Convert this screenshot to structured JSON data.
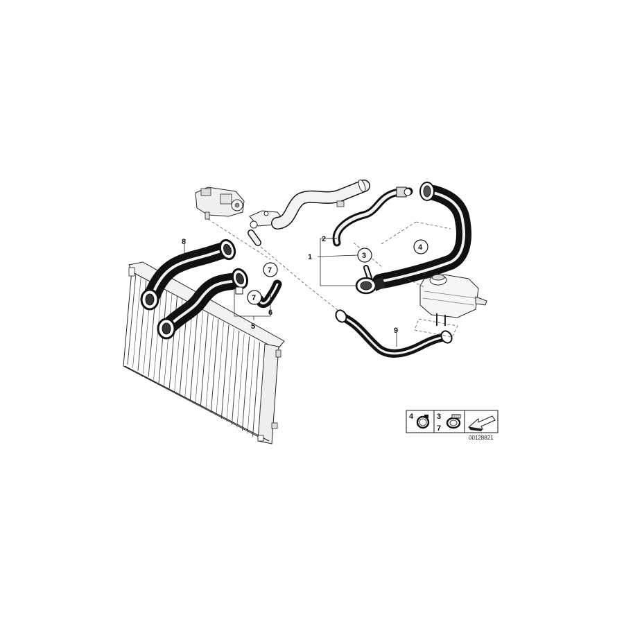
{
  "diagram": {
    "callouts": [
      {
        "id": "c1",
        "label": "1"
      },
      {
        "id": "c2",
        "label": "2"
      },
      {
        "id": "c3",
        "label": "3",
        "circled": true
      },
      {
        "id": "c4",
        "label": "4",
        "circled": true
      },
      {
        "id": "c5",
        "label": "5"
      },
      {
        "id": "c6",
        "label": "6"
      },
      {
        "id": "c7a",
        "label": "7",
        "circled": true
      },
      {
        "id": "c7b",
        "label": "7",
        "circled": true
      },
      {
        "id": "c8",
        "label": "8"
      },
      {
        "id": "c9",
        "label": "9"
      }
    ],
    "legend": {
      "cells": [
        {
          "label": "4",
          "icon": "hose-clamp-icon"
        },
        {
          "label_top": "3",
          "label_bottom": "7",
          "icon": "screw-clamp-icon"
        },
        {
          "icon": "arrow-icon"
        }
      ],
      "reference": "00128821"
    },
    "colors": {
      "line": "#111111",
      "fill": "#ffffff",
      "dash": "#555555"
    }
  }
}
